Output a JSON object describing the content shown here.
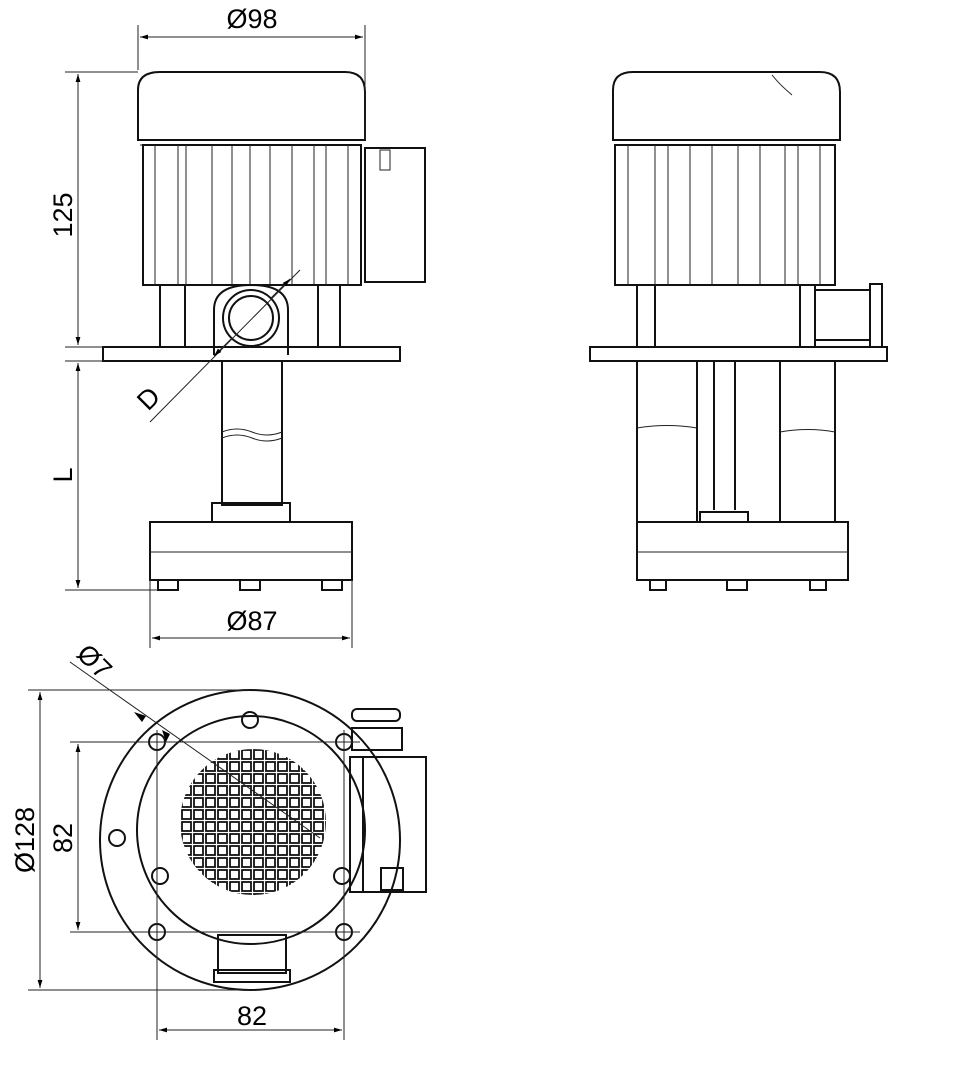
{
  "title": "Pump dimension drawing",
  "dimensions": {
    "motor_diameter": "Ø98",
    "motor_height": "125",
    "outlet": "D",
    "length": "L",
    "foot_diameter": "Ø87",
    "hole_diameter": "Ø7",
    "flange_diameter": "Ø128",
    "hole_spacing_vertical": "82",
    "hole_spacing_horizontal": "82"
  },
  "colors": {
    "line": "#111111",
    "background": "#ffffff"
  }
}
